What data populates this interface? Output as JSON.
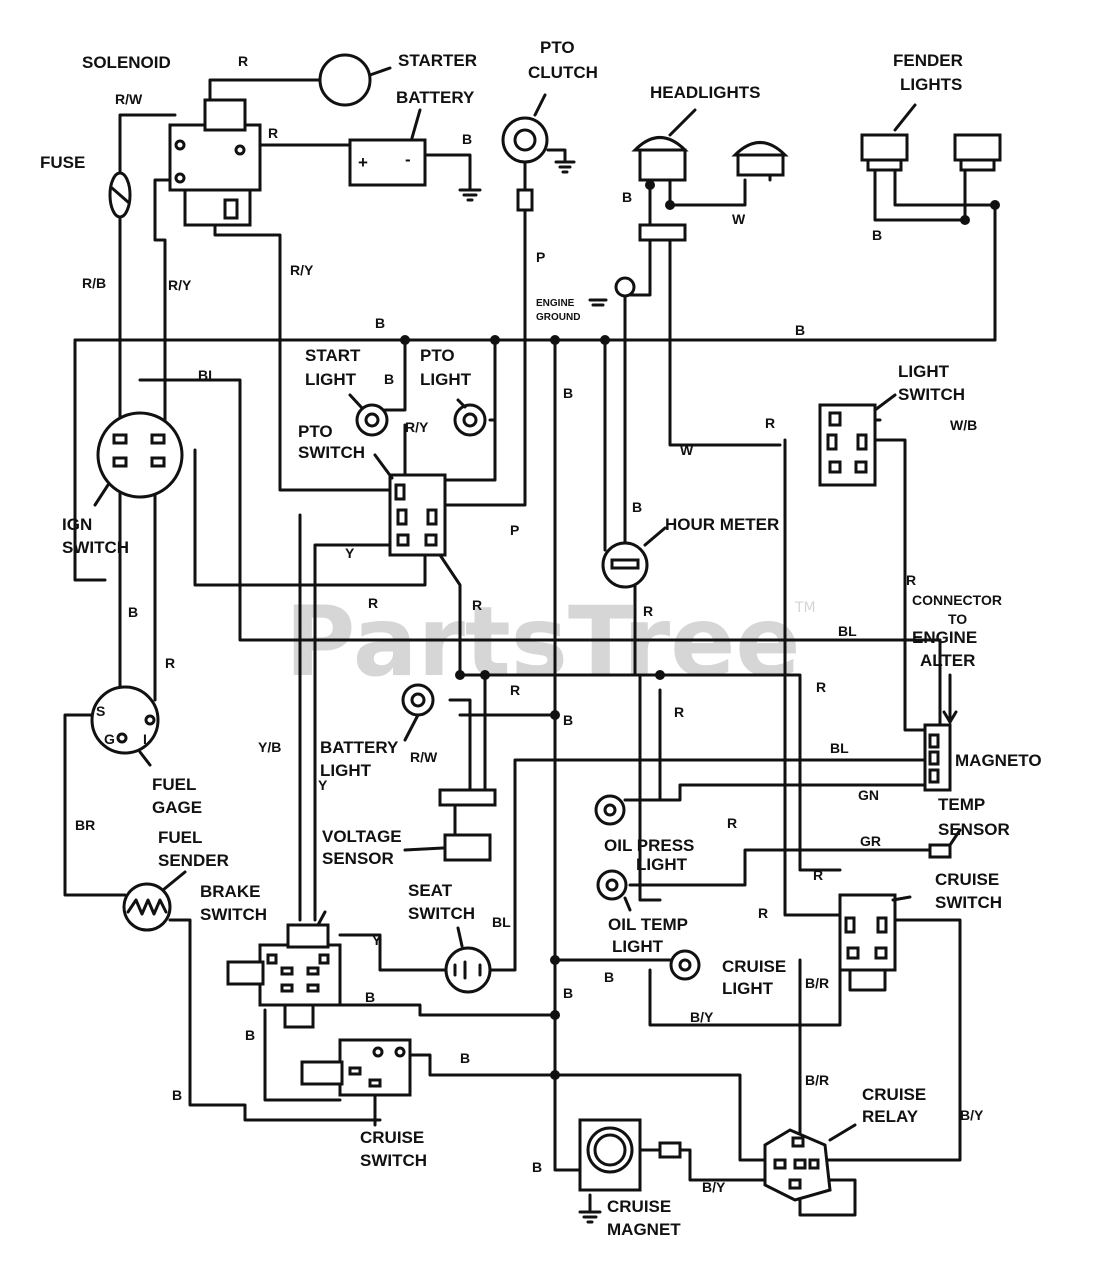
{
  "watermark": {
    "text": "PartsTree",
    "tm": "TM"
  },
  "components": {
    "solenoid": "SOLENOID",
    "starter": "STARTER",
    "battery": "BATTERY",
    "pto_clutch": [
      "PTO",
      "CLUTCH"
    ],
    "headlights": "HEADLIGHTS",
    "fender_lights": [
      "FENDER",
      "LIGHTS"
    ],
    "fuse": "FUSE",
    "engine_ground": [
      "ENGINE",
      "GROUND"
    ],
    "start_light": [
      "START",
      "LIGHT"
    ],
    "pto_light": [
      "PTO",
      "LIGHT"
    ],
    "pto_switch": [
      "PTO",
      "SWITCH"
    ],
    "light_switch": [
      "LIGHT",
      "SWITCH"
    ],
    "ign_switch": [
      "IGN",
      "SWITCH"
    ],
    "hour_meter": "HOUR METER",
    "connector": [
      "CONNECTOR",
      "TO",
      "ENGINE",
      "ALTER"
    ],
    "magneto": "MAGNETO",
    "fuel_gage": [
      "FUEL",
      "GAGE"
    ],
    "battery_light": [
      "BATTERY",
      "LIGHT"
    ],
    "voltage_sensor": [
      "VOLTAGE",
      "SENSOR"
    ],
    "oil_press_light": [
      "OIL PRESS",
      "LIGHT"
    ],
    "temp_sensor": [
      "TEMP",
      "SENSOR"
    ],
    "fuel_sender": [
      "FUEL",
      "SENDER"
    ],
    "brake_switch": [
      "BRAKE",
      "SWITCH"
    ],
    "seat_switch": [
      "SEAT",
      "SWITCH"
    ],
    "oil_temp_light": [
      "OIL TEMP",
      "LIGHT"
    ],
    "cruise_switch_right": [
      "CRUISE",
      "SWITCH"
    ],
    "cruise_light": [
      "CRUISE",
      "LIGHT"
    ],
    "cruise_switch_left": [
      "CRUISE",
      "SWITCH"
    ],
    "cruise_relay": [
      "CRUISE",
      "RELAY"
    ],
    "cruise_magnet": [
      "CRUISE",
      "MAGNET"
    ]
  },
  "wire_codes": {
    "r": "R",
    "rw": "R/W",
    "b": "B",
    "rb": "R/B",
    "ry": "R/Y",
    "bl": "BL",
    "p": "P",
    "w": "W",
    "wb": "W/B",
    "y": "Y",
    "yb": "Y/B",
    "br": "BR",
    "gn": "GN",
    "gr": "GR",
    "br_red": "B/R",
    "by": "B/Y"
  },
  "pin_labels": {
    "s": "S",
    "g": "G",
    "i": "I",
    "plus": "+",
    "minus": "-"
  }
}
